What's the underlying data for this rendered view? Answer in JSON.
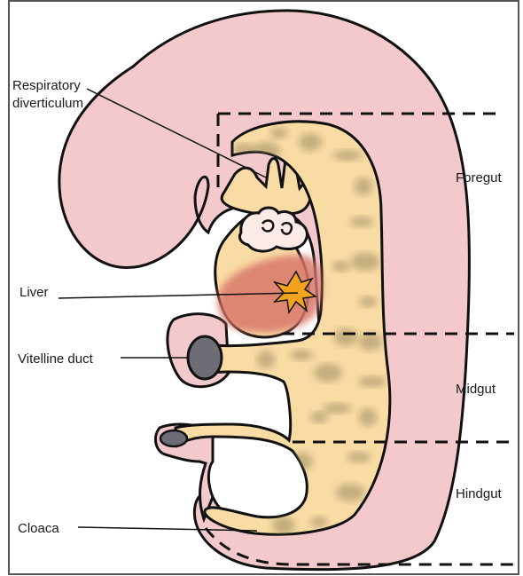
{
  "labels": {
    "respiratory_line1": "Respiratory",
    "respiratory_line2": "diverticulum",
    "foregut": "Foregut",
    "liver": "Liver",
    "vitelline_duct": "Vitelline duct",
    "midgut": "Midgut",
    "hindgut": "Hindgut",
    "cloaca": "Cloaca"
  },
  "colors": {
    "embryo_body": "#f4c9cc",
    "gut_tube": "#f9dba4",
    "gut_speckle": "#9a8a62",
    "liver": "#d9786a",
    "liver_highlight": "#f2a21c",
    "duct": "#6d6e75",
    "outline": "#111111",
    "divider": "#111111"
  }
}
